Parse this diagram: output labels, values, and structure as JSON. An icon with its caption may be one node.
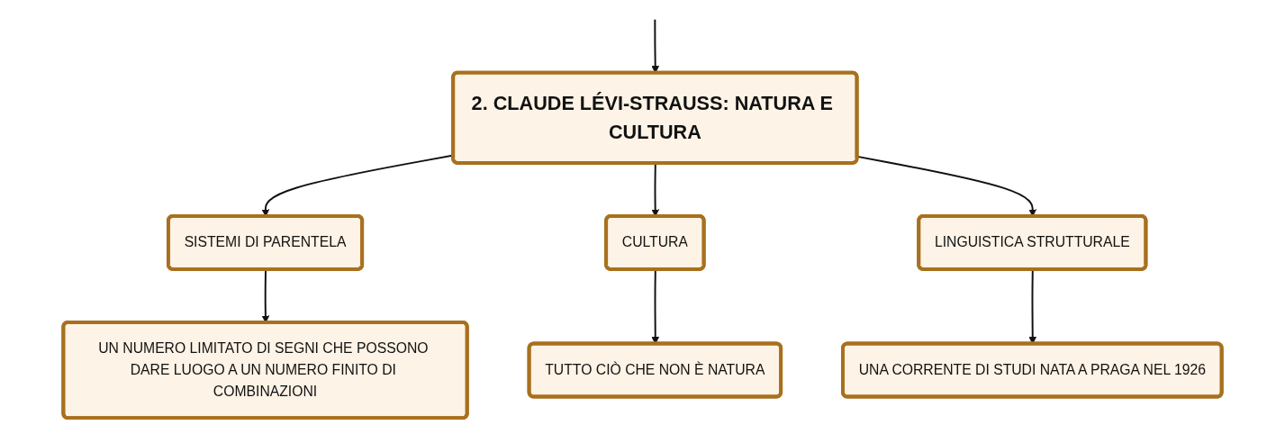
{
  "diagram": {
    "nodes": [
      {
        "text": [
          "2. CLAUDE LÉVI-STRAUSS: NATURA E CULTURA"
        ]
      },
      {
        "text": [
          "SISTEMI DI PARENTELA"
        ]
      },
      {
        "text": [
          "CULTURA"
        ]
      },
      {
        "text": [
          "LINGUISTICA STRUTTURALE"
        ]
      },
      {
        "text": [
          "UN NUMERO LIMITATO DI SEGNI CHE POSSONO DARE LUOGO A UN NUMERO FINITO DI COMBINAZIONI"
        ]
      },
      {
        "text": [
          "TUTTO CIÒ CHE NON È NATURA"
        ]
      },
      {
        "text": [
          "UNA CORRENTE DI STUDI NATA A PRAGA NEL 1926"
        ]
      }
    ],
    "edges": [
      {
        "from": null,
        "to": 0,
        "arrow": "to"
      },
      {
        "from": 0,
        "to": 1,
        "arrow": "to"
      },
      {
        "from": 0,
        "to": 2,
        "arrow": "to"
      },
      {
        "from": 0,
        "to": 3,
        "arrow": "to"
      },
      {
        "from": 1,
        "to": 4,
        "arrow": "to"
      },
      {
        "from": 2,
        "to": 5,
        "arrow": "to"
      },
      {
        "from": 3,
        "to": 6,
        "arrow": "to"
      }
    ]
  }
}
